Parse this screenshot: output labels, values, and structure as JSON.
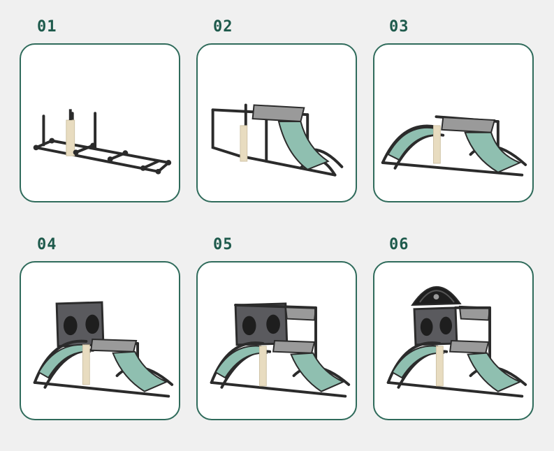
{
  "steps": [
    {
      "label": "01",
      "image": "frame-base-with-scratch-post"
    },
    {
      "label": "02",
      "image": "frame-with-platform-and-hammock-ramp"
    },
    {
      "label": "03",
      "image": "frame-with-curved-arch-hammock"
    },
    {
      "label": "04",
      "image": "frame-with-condo-cube"
    },
    {
      "label": "05",
      "image": "frame-with-double-condo-and-platform"
    },
    {
      "label": "06",
      "image": "complete-tree-with-dome-top"
    }
  ],
  "colors": {
    "label": "#1e5a4c",
    "border": "#2f6b5b",
    "frame": "#2b2b2b",
    "hammock": "#8fbfb0",
    "sisal": "#e8dcc0",
    "plush": "#9a9a9a",
    "cube": "#5a5a5e"
  }
}
